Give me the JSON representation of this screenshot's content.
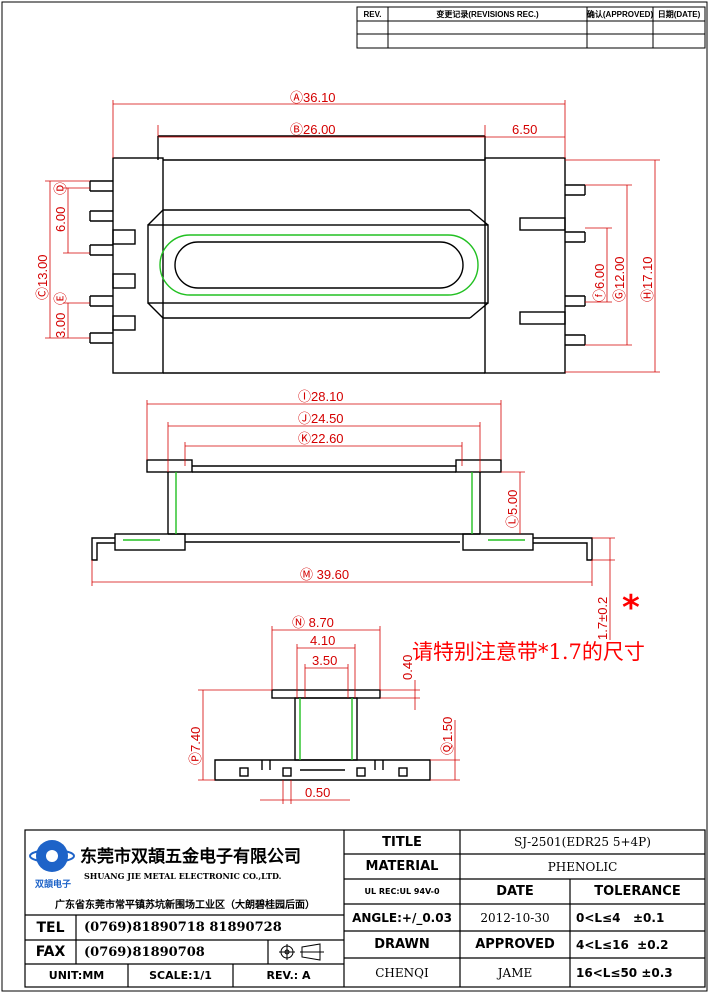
{
  "revision_block": {
    "headers": [
      "REV.",
      "变更记录(REVISIONS REC.)",
      "确认(APPROVED)",
      "日期(DATE)"
    ]
  },
  "dimensions": {
    "top_view": {
      "overall_length": "Ⓐ36.10",
      "inner_length": "Ⓑ26.00",
      "flange_width": "6.50",
      "pin_span_left": "Ⓒ13.00",
      "pin_pitch_upper": "6.00",
      "pin_pitch_lower": "3.00",
      "marker_upper": "Ⓓ",
      "marker_lower": "Ⓔ",
      "inner_width_small": "ⓕ6.00",
      "inner_width": "Ⓖ12.00",
      "overall_width": "Ⓗ17.10"
    },
    "front_view": {
      "flange_length": "Ⓘ28.10",
      "winding_outer": "Ⓙ24.50",
      "winding_inner": "Ⓚ22.60",
      "winding_height": "Ⓛ5.00",
      "pin_total": "Ⓜ 39.60",
      "pin_length": "1.7±0.2"
    },
    "side_view": {
      "flange_width": "Ⓝ 8.70",
      "core_width": "4.10",
      "core_inner": "3.50",
      "flange_thickness": "0.40",
      "overall_height": "Ⓟ7.40",
      "base_thickness": "Ⓠ1.50",
      "pin_thickness": "0.50"
    }
  },
  "note": {
    "star": "*",
    "text": "请特别注意带*1.7的尺寸"
  },
  "title_block": {
    "company_cn": "东莞市双頡五金电子有限公司",
    "company_en": "SHUANG JIE METAL ELECTRONIC CO.,LTD.",
    "logo_text": "双頡电子",
    "address": "广东省东莞市常平镇苏坑新围场工业区（大朗碧桂园后面）",
    "tel_label": "TEL",
    "tel_value": "(0769)81890718 81890728",
    "fax_label": "FAX",
    "fax_value": "(0769)81890708",
    "unit": "UNIT:MM",
    "scale": "SCALE:1/1",
    "rev": "REV.: A",
    "title_label": "TITLE",
    "title_value": "SJ-2501(EDR25 5+4P)",
    "material_label": "MATERIAL",
    "material_value": "PHENOLIC",
    "ul_label": "UL REC:UL 94V-0",
    "date_label": "DATE",
    "tolerance_label": "TOLERANCE",
    "angle_label": "ANGLE:+/_0.03",
    "date_value": "2012-10-30",
    "tol_1": "0<L≤4   ±0.1",
    "drawn_label": "DRAWN",
    "approved_label": "APPROVED",
    "tol_2": "4<L≤16  ±0.2",
    "drawn_value": "CHENQI",
    "approved_value": "JAME",
    "tol_3": "16<L≤50 ±0.3"
  },
  "colors": {
    "outline": "#000000",
    "dimension": "#d40000",
    "inner_wall": "#22c022",
    "note": "#ff0000"
  }
}
